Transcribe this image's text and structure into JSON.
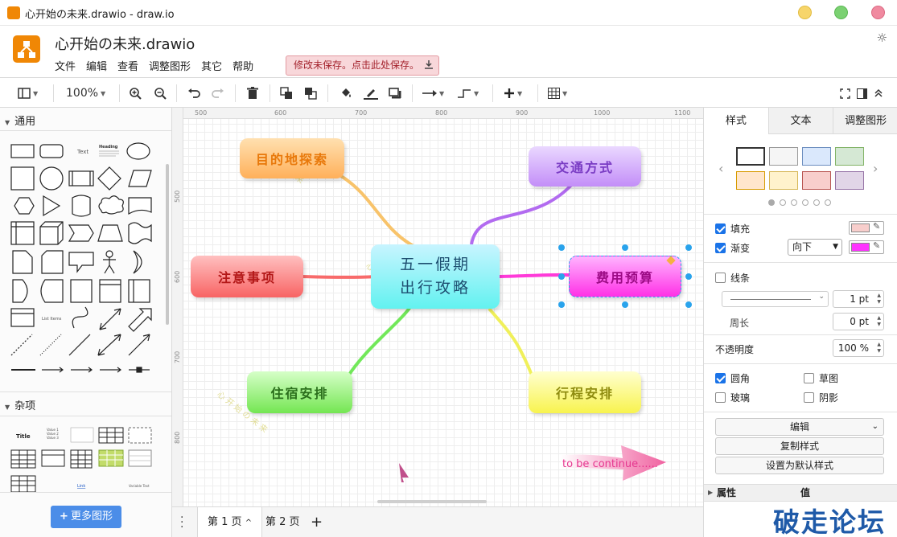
{
  "window": {
    "title": "心开始の未来.drawio - draw.io",
    "controls": [
      {
        "name": "minimize",
        "color": "#f7d56a"
      },
      {
        "name": "maximize",
        "color": "#7bd172"
      },
      {
        "name": "close",
        "color": "#f08aa0"
      }
    ]
  },
  "header": {
    "doc_title": "心开始の未来.drawio",
    "menu": [
      "文件",
      "编辑",
      "查看",
      "调整图形",
      "其它",
      "帮助"
    ],
    "unsaved_notice": "修改未保存。点击此处保存。",
    "logo_color": "#f08705"
  },
  "toolbar": {
    "zoom": "100%"
  },
  "sidebar": {
    "section_general": "通用",
    "section_misc": "杂项",
    "more_shapes": "更多图形",
    "shape_labels": {
      "text": "Text",
      "heading": "Heading",
      "list_items": "List Items",
      "title": "Title",
      "link": "Link",
      "variable": "Variable Text"
    },
    "misc_list": {
      "v1": "Value 1",
      "v2": "Value 2",
      "v3": "Value 3"
    }
  },
  "ruler": {
    "h_marks": [
      "500",
      "600",
      "700",
      "800",
      "900",
      "1000",
      "1100"
    ],
    "v_marks": [
      "500",
      "600",
      "700",
      "800"
    ]
  },
  "mindmap": {
    "center": {
      "line1": "五一假期",
      "line2": "出行攻略"
    },
    "nodes": {
      "destination": "目的地探索",
      "transport": "交通方式",
      "notes": "注意事项",
      "budget": "费用预算",
      "lodging": "住宿安排",
      "itinerary": "行程安排"
    },
    "arrow_text": "to be continue......",
    "watermark_text": "心 开 始 の 未 来"
  },
  "pages": {
    "tabs": [
      "第 1 页",
      "第 2 页"
    ],
    "active_caret": "^",
    "add": "+"
  },
  "right_panel": {
    "tabs": [
      "样式",
      "文本",
      "调整图形"
    ],
    "swatches": [
      "#ffffff",
      "#f5f5f5",
      "#dae8fc",
      "#d5e8d4",
      "#ffe6cc",
      "#fff2cc",
      "#f8cecc",
      "#e1d5e7"
    ],
    "fill_label": "填充",
    "fill_color": "#f8cecc",
    "gradient_label": "渐变",
    "gradient_dir": "向下",
    "gradient_color": "#ff33ff",
    "line_label": "线条",
    "line_width": "1 pt",
    "perimeter_label": "周长",
    "perimeter_value": "0 pt",
    "opacity_label": "不透明度",
    "opacity_value": "100 %",
    "rounded": "圆角",
    "sketch": "草图",
    "glass": "玻璃",
    "shadow": "阴影",
    "edit": "编辑",
    "copy_style": "复制样式",
    "set_default": "设置为默认样式",
    "props_col": "属性",
    "value_col": "值"
  },
  "corner_watermark": "破走论坛"
}
